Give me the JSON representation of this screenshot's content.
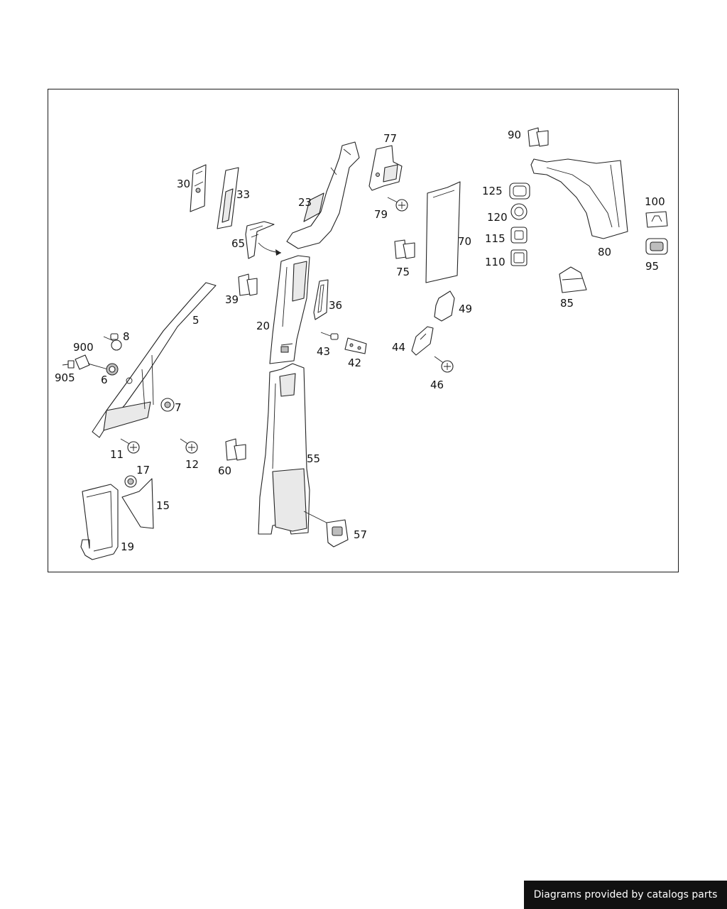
{
  "diagram": {
    "callouts": [
      {
        "id": "p30",
        "label": "30"
      },
      {
        "id": "p33",
        "label": "33"
      },
      {
        "id": "p23",
        "label": "23"
      },
      {
        "id": "p77",
        "label": "77"
      },
      {
        "id": "p90",
        "label": "90"
      },
      {
        "id": "p125",
        "label": "125"
      },
      {
        "id": "p100",
        "label": "100"
      },
      {
        "id": "p79",
        "label": "79"
      },
      {
        "id": "p120",
        "label": "120"
      },
      {
        "id": "p65",
        "label": "65"
      },
      {
        "id": "p70",
        "label": "70"
      },
      {
        "id": "p115",
        "label": "115"
      },
      {
        "id": "p80",
        "label": "80"
      },
      {
        "id": "p75",
        "label": "75"
      },
      {
        "id": "p110",
        "label": "110"
      },
      {
        "id": "p95",
        "label": "95"
      },
      {
        "id": "p39",
        "label": "39"
      },
      {
        "id": "p85",
        "label": "85"
      },
      {
        "id": "p36",
        "label": "36"
      },
      {
        "id": "p49",
        "label": "49"
      },
      {
        "id": "p5",
        "label": "5"
      },
      {
        "id": "p20",
        "label": "20"
      },
      {
        "id": "p8",
        "label": "8"
      },
      {
        "id": "p900",
        "label": "900"
      },
      {
        "id": "p43",
        "label": "43"
      },
      {
        "id": "p44",
        "label": "44"
      },
      {
        "id": "p42",
        "label": "42"
      },
      {
        "id": "p905",
        "label": "905"
      },
      {
        "id": "p6",
        "label": "6"
      },
      {
        "id": "p46",
        "label": "46"
      },
      {
        "id": "p7",
        "label": "7"
      },
      {
        "id": "p55",
        "label": "55"
      },
      {
        "id": "p11",
        "label": "11"
      },
      {
        "id": "p12",
        "label": "12"
      },
      {
        "id": "p60",
        "label": "60"
      },
      {
        "id": "p17",
        "label": "17"
      },
      {
        "id": "p15",
        "label": "15"
      },
      {
        "id": "p57",
        "label": "57"
      },
      {
        "id": "p19",
        "label": "19"
      }
    ]
  },
  "footer": {
    "text": "Diagrams provided by catalogs parts"
  }
}
